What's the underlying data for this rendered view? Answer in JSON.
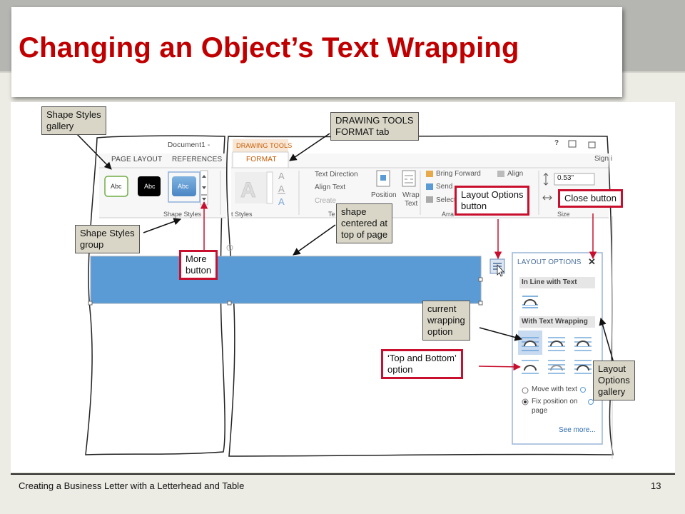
{
  "slide": {
    "title": "Changing an Object’s Text Wrapping",
    "footer": "Creating a Business Letter with a Letterhead and Table",
    "page_number": "13"
  },
  "ribbon": {
    "document_title": "Document1 -",
    "tabs": [
      "PAGE LAYOUT",
      "REFERENCES"
    ],
    "contextual_tab_group": "DRAWING TOOLS",
    "active_tab": "FORMAT",
    "style_swatch": "Abc",
    "group_shape_styles": "Shape Styles",
    "group_text_styles": "t Styles",
    "group_text_partial": "Te",
    "group_arrange_partial": "Arra",
    "group_size_partial": "Size",
    "cmd_text_direction": "Text Direction",
    "cmd_align_text": "Align Text",
    "cmd_create_link": "Create",
    "cmd_position": "Position",
    "cmd_wrap": "Wrap",
    "cmd_wrap_text": "Text",
    "cmd_bring_forward": "Bring Forward",
    "cmd_send": "Send",
    "cmd_select": "Select",
    "cmd_align": "Align",
    "size_value": "0.53\"",
    "sign_in": "Sign i",
    "help": "?"
  },
  "layout_options": {
    "title": "LAYOUT OPTIONS",
    "section_inline": "In Line with Text",
    "section_wrapping": "With Text Wrapping",
    "move_with_text": "Move with text",
    "fix_position_1": "Fix position on",
    "fix_position_2": "page",
    "see_more": "See more..."
  },
  "callouts": {
    "shape_styles_gallery": [
      "Shape Styles",
      "gallery"
    ],
    "drawing_tools_format": [
      "DRAWING TOOLS",
      "FORMAT tab"
    ],
    "shape_styles_group": [
      "Shape Styles",
      "group"
    ],
    "shape_centered": [
      "shape",
      "centered at",
      "top of page"
    ],
    "more_button": [
      "More",
      "button"
    ],
    "layout_options_button": [
      "Layout Options",
      "button"
    ],
    "close_button": [
      "Close button"
    ],
    "current_wrapping": [
      "current",
      "wrapping",
      "option"
    ],
    "top_and_bottom": [
      "‘Top and Bottom’",
      "option"
    ],
    "layout_options_gallery": [
      "Layout",
      "Options",
      "gallery"
    ]
  },
  "colors": {
    "title_red": "#c00000",
    "callout_red": "#c8102e",
    "shape_blue": "#5b9bd5",
    "ribbon_orange": "#d27c2c"
  }
}
